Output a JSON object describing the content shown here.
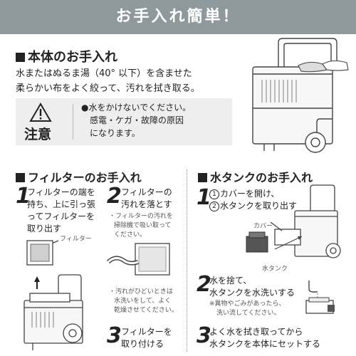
{
  "banner": {
    "title": "お手入れ簡単！"
  },
  "body_care": {
    "heading": "本体のお手入れ",
    "line1": "水またはぬるま湯（40° 以下）を含ませた",
    "line2": "柔らかい布をよく絞って、汚れを拭き取る。",
    "warning": {
      "label": "注意",
      "line1": "●水をかけないでください。",
      "line2": "感電・ケガ・故障の原因",
      "line3": "になります。"
    }
  },
  "filter_care": {
    "heading": "フィルターのお手入れ",
    "step1": {
      "num": "1",
      "line1": "フィルターの端を",
      "line2": "持ち、上に引っ張",
      "line3": "ってフィルターを",
      "line4": "取り出す"
    },
    "filter_label": "フィルター",
    "step2": {
      "num": "2",
      "line1": "フィルターの",
      "line2": "汚れを落とす",
      "note1a": "・フィルターの汚れを",
      "note1b": "掃除機で吸い取って",
      "note1c": "ください。",
      "note2a": "・汚れがひどいときは",
      "note2b": "水洗いをして、よく",
      "note2c": "乾燥させてください。"
    },
    "step3": {
      "num": "3",
      "line1": "フィルターを",
      "line2": "取り付ける"
    }
  },
  "tank_care": {
    "heading": "水タンクのお手入れ",
    "step1": {
      "num": "1",
      "c1": "1",
      "line1": "カバーを開け、",
      "c2": "2",
      "line2": "水タンクを取り出す"
    },
    "cover_label": "カバー",
    "tank_label": "水タンク",
    "step2": {
      "num": "2",
      "line1": "水を捨て、",
      "line2": "水タンクを水洗いする",
      "note1": "※異物やごみがあったら、",
      "note2": "洗い流してください。"
    },
    "step3": {
      "num": "3",
      "line1": "よく水を拭き取ってから",
      "line2": "水タンクを本体にセットする"
    }
  }
}
